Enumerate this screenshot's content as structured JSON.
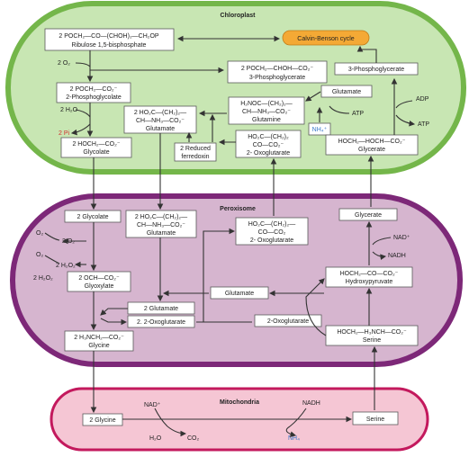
{
  "compartments": {
    "chloroplast": "Chloroplast",
    "peroxisome": "Peroxisome",
    "mitochondria": "Mitochondria"
  },
  "chloroplast": {
    "rubp_formula": "2 POCH₂—CO—(CHOH)₂—CH₂OP",
    "rubp_name": "Ribulose 1,5-bisphosphate",
    "calvin": "Calvin-Benson cycle",
    "o2": "2 O₂",
    "pg3_formula": "2 POCH₂—CHOH—CO₂⁻",
    "pg3_name": "3-Phosphoglycerate",
    "pg3_right": "3-Phosphoglycerate",
    "pgly_formula": "2 POCH₂—CO₂⁻",
    "pgly_name": "2-Phosphoglycolate",
    "h2o": "2 H₂O",
    "pi": "2 Pi",
    "glycolate_formula": "2 HOCH₂—CO₂⁻",
    "glycolate_name": "Glycolate",
    "glu_l1": "2 HO₂C—(CH₂)₂—",
    "glu_l2": "CH—NH₃—CO₂⁻",
    "glu_name": "Glutamate",
    "gln_l1": "H₂NOC—(CH₂)₂—",
    "gln_l2": "CH—NH₃—CO₂⁻",
    "gln_name": "Glutamine",
    "glutamate_small": "Glutamate",
    "atp1": "ATP",
    "nh4": "NH₄⁺",
    "adp": "ADP",
    "atp2": "ATP",
    "fd_l1": "2 Reduced",
    "fd_l2": "ferredoxin",
    "oxo_l1": "HO₂C—(CH₂)₂",
    "oxo_l2": "CO—CO₂⁻",
    "oxo_name": "2- Oxoglutarate",
    "glycerate_formula": "HOCH₂—HOCH—CO₂⁻",
    "glycerate_name": "Glycerate"
  },
  "peroxisome": {
    "glycolate": "2 Glycolate",
    "glu_l1": "2 HO₂C—(CH₂)₂—",
    "glu_l2": "CH—NH₃—CO₂⁻",
    "glu_name": "Glutamate",
    "oxo_l1": "HO₂C—(CH₂)₂—",
    "oxo_l2": "CO—CO₂",
    "oxo_name": "2- Oxoglutarate",
    "glycerate": "Glycerate",
    "o2a": "O₂",
    "o2b": "2 O₂",
    "o2c": "O₂",
    "h2o2a": "2 H₂O₂",
    "h2o2b": "2 H₂O₂",
    "glyox_formula": "2 OCH—CO₂⁻",
    "glyox_name": "Glyoxylate",
    "nad": "NAD⁺",
    "nadh": "NADH",
    "hp_formula": "HOCH₂—CO—CO₂⁻",
    "hp_name": "Hydroxypyruvate",
    "glutamate_mid": "Glutamate",
    "glu2": "2 Glutamate",
    "oxo2": "2. 2-Oxoglutarate",
    "oxo_mid": "2-Oxoglutarate",
    "glycine_formula": "2 H₃NCH₂—CO₂⁻",
    "glycine_name": "Glycine",
    "serine_formula": "HOCH₂—H₃NCH—CO₂⁻",
    "serine_name": "Serine"
  },
  "mitochondria": {
    "glycine": "2 Glycine",
    "nad": "NAD⁺",
    "nadh": "NADH",
    "h2o": "H₂O",
    "co2": "CO₂",
    "nh4": "NH₄",
    "serine": "Serine"
  },
  "colors": {
    "chloroplast_fill": "#c8e6b3",
    "chloroplast_border": "#74b64a",
    "peroxisome_fill": "#d6b5cf",
    "peroxisome_border": "#7d2878",
    "mitochondria_fill": "#f5c6d4",
    "mitochondria_border": "#c3195d",
    "calvin_fill": "#f4a935",
    "phosphate_red": "#d32f2f",
    "nh4_blue": "#3a78c8"
  }
}
